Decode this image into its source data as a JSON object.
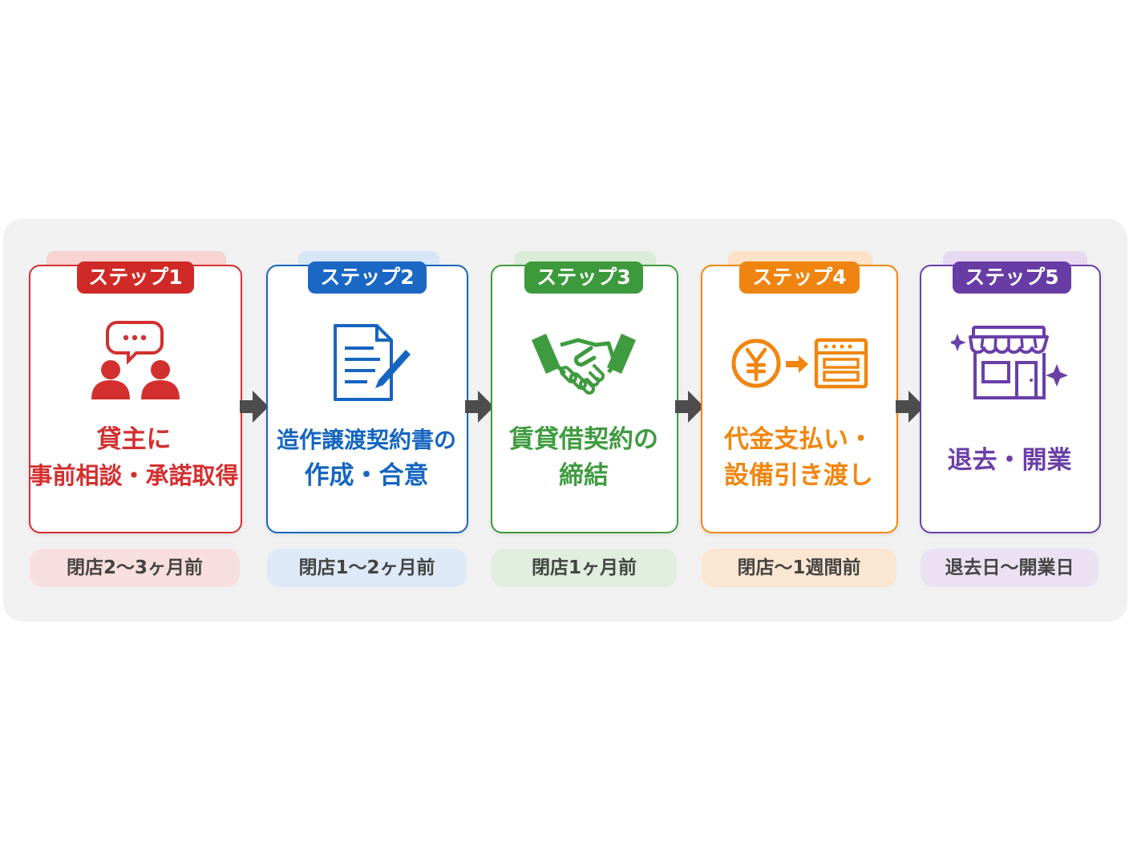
{
  "colors": {
    "step1": "#d32f2f",
    "step2": "#1565c0",
    "step3": "#3f9b3f",
    "step4": "#f0860f",
    "step5": "#6a3fa8",
    "arrow": "#4d4d4d",
    "panel": "#f1f1f1"
  },
  "steps": [
    {
      "label": "ステップ1",
      "icon": "consultation-people-icon",
      "title_line1": "貸主に",
      "title_line2": "事前相談・承諾取得",
      "timing": "閉店2〜3ヶ月前"
    },
    {
      "label": "ステップ2",
      "icon": "document-pen-icon",
      "title_line1": "造作譲渡契約書の",
      "title_line2": "作成・合意",
      "timing": "閉店1〜2ヶ月前"
    },
    {
      "label": "ステップ3",
      "icon": "handshake-icon",
      "title_line1": "賃貸借契約の",
      "title_line2": "締結",
      "timing": "閉店1ヶ月前"
    },
    {
      "label": "ステップ4",
      "icon": "yen-to-equipment-icon",
      "title_line1": "代金支払い・",
      "title_line2": "設備引き渡し",
      "timing": "閉店〜1週間前"
    },
    {
      "label": "ステップ5",
      "icon": "storefront-icon",
      "title_line1": "退去・開業",
      "title_line2": "",
      "timing": "退去日〜開業日"
    }
  ]
}
